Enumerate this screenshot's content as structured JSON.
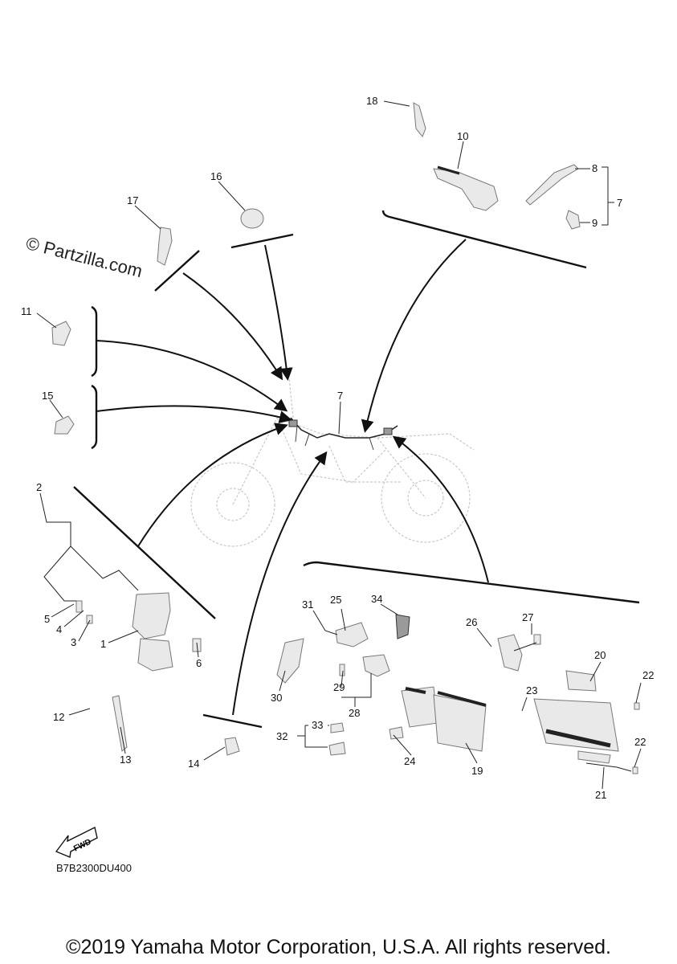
{
  "watermark": "© Partzilla.com",
  "diagram_code": "B7B2300DU400",
  "copyright": "©2019 Yamaha Motor Corporation, U.S.A. All rights reserved.",
  "fwd_label": "FWD",
  "callouts": {
    "c1": "1",
    "c2": "2",
    "c3": "3",
    "c4": "4",
    "c5": "5",
    "c6": "6",
    "c7a": "7",
    "c7b": "7",
    "c8": "8",
    "c9": "9",
    "c10": "10",
    "c11": "11",
    "c12": "12",
    "c13": "13",
    "c14": "14",
    "c15": "15",
    "c16": "16",
    "c17": "17",
    "c18": "18",
    "c19": "19",
    "c20": "20",
    "c21": "21",
    "c22a": "22",
    "c22b": "22",
    "c23": "23",
    "c24": "24",
    "c25": "25",
    "c26": "26",
    "c27": "27",
    "c28": "28",
    "c29": "29",
    "c30": "30",
    "c31": "31",
    "c32": "32",
    "c33": "33",
    "c34": "34"
  }
}
